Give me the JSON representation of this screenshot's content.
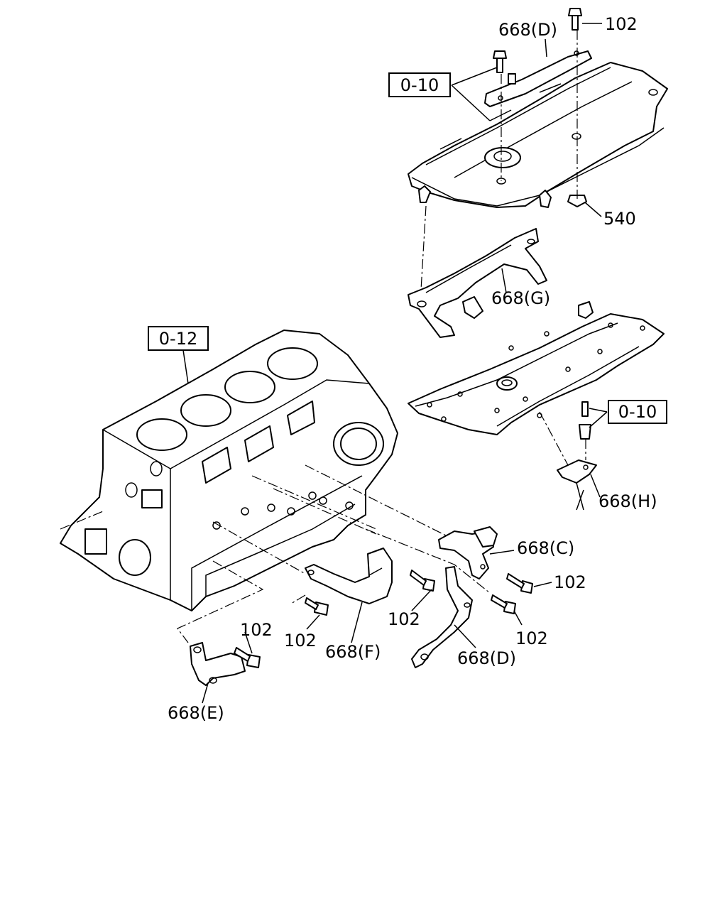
{
  "diagram": {
    "callouts": {
      "c102_top": "102",
      "c668d_top": "668(D)",
      "c540": "540",
      "c668g": "668(G)",
      "c668h": "668(H)",
      "c668c": "668(C)",
      "c102_c": "102",
      "c102_d": "102",
      "c102_f": "102",
      "c102_mid": "102",
      "c102_e": "102",
      "c668f": "668(F)",
      "c668d_bot": "668(D)",
      "c668e": "668(E)"
    },
    "refs": {
      "ref_010_top": "0-10",
      "ref_010_mid": "0-10",
      "ref_012": "0-12"
    }
  }
}
